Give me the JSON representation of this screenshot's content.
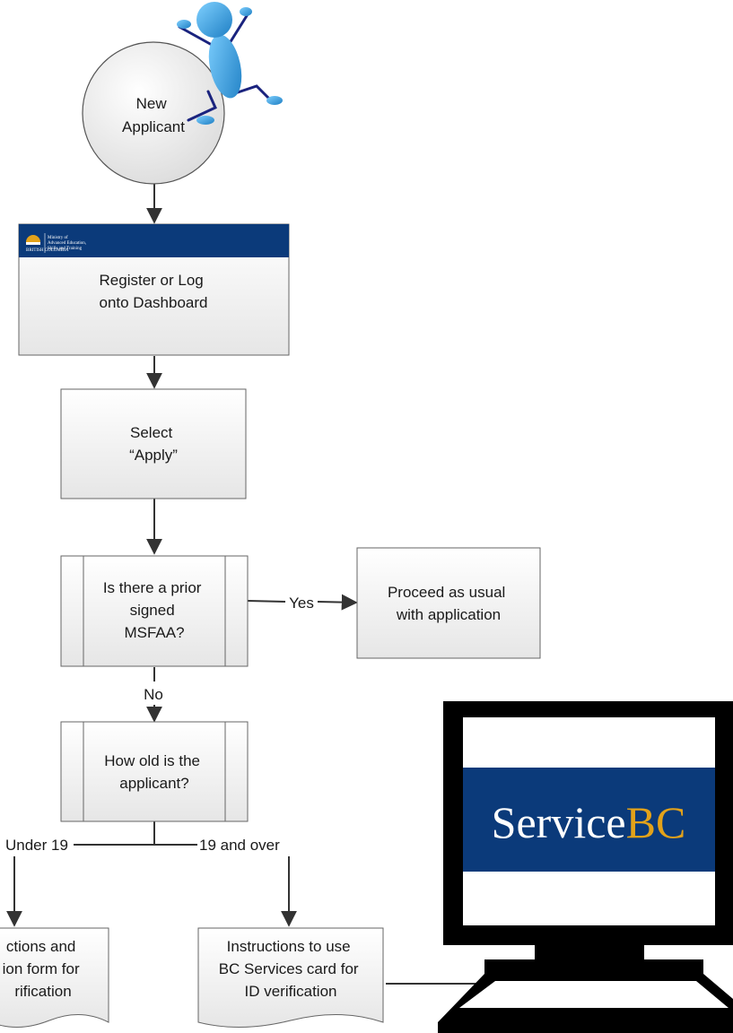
{
  "nodes": {
    "start": {
      "lines": [
        "New",
        "Applicant"
      ]
    },
    "dashboard": {
      "lines": [
        "Register or Log",
        "onto Dashboard"
      ],
      "banner_lines": [
        "Ministry of",
        "Advanced Education,",
        "Skills and Training"
      ],
      "logo_text": "BRITISH COLUMBIA"
    },
    "select": {
      "lines": [
        "Select",
        "“Apply”"
      ]
    },
    "prior": {
      "lines": [
        "Is there a prior",
        "signed",
        "MSFAA?"
      ]
    },
    "proceed": {
      "lines": [
        "Proceed as usual",
        "with application"
      ]
    },
    "age": {
      "lines": [
        "How old is the",
        "applicant?"
      ]
    },
    "under": {
      "lines": [
        "ctions and",
        "ion form for",
        "rification"
      ]
    },
    "over": {
      "lines": [
        "Instructions to use",
        "BC Services card for",
        "ID verification"
      ]
    }
  },
  "edges": {
    "yes": "Yes",
    "no": "No",
    "under19": "Under 19",
    "over19": "19 and over"
  },
  "servicebc": {
    "word1": "Service",
    "word2": "BC"
  },
  "colors": {
    "banner": "#0b3a7a",
    "gold": "#e3a21a",
    "figure": "#3aa0e0"
  }
}
